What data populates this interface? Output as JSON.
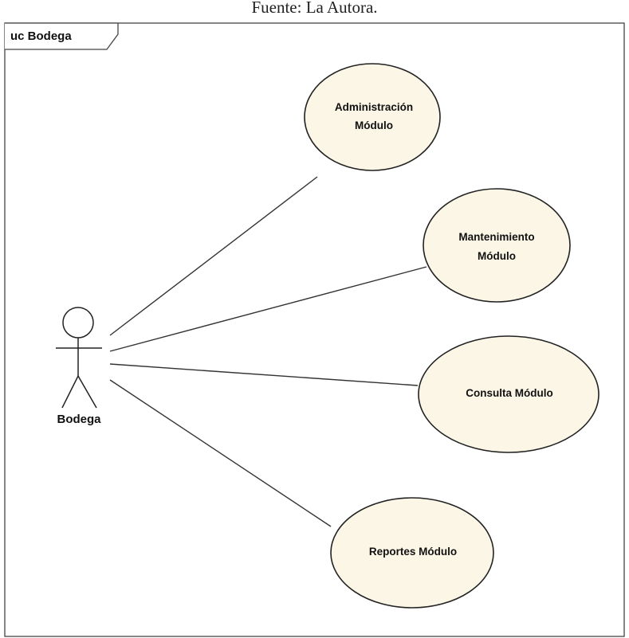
{
  "caption": "Fuente: La Autora.",
  "frame": {
    "title": "uc Bodega"
  },
  "actor": {
    "label": "Bodega"
  },
  "use_cases": [
    {
      "lines": [
        "Administración",
        "Módulo"
      ]
    },
    {
      "lines": [
        "Mantenimiento",
        "Módulo"
      ]
    },
    {
      "lines": [
        "Consulta Módulo"
      ]
    },
    {
      "lines": [
        "Reportes Módulo"
      ]
    }
  ]
}
